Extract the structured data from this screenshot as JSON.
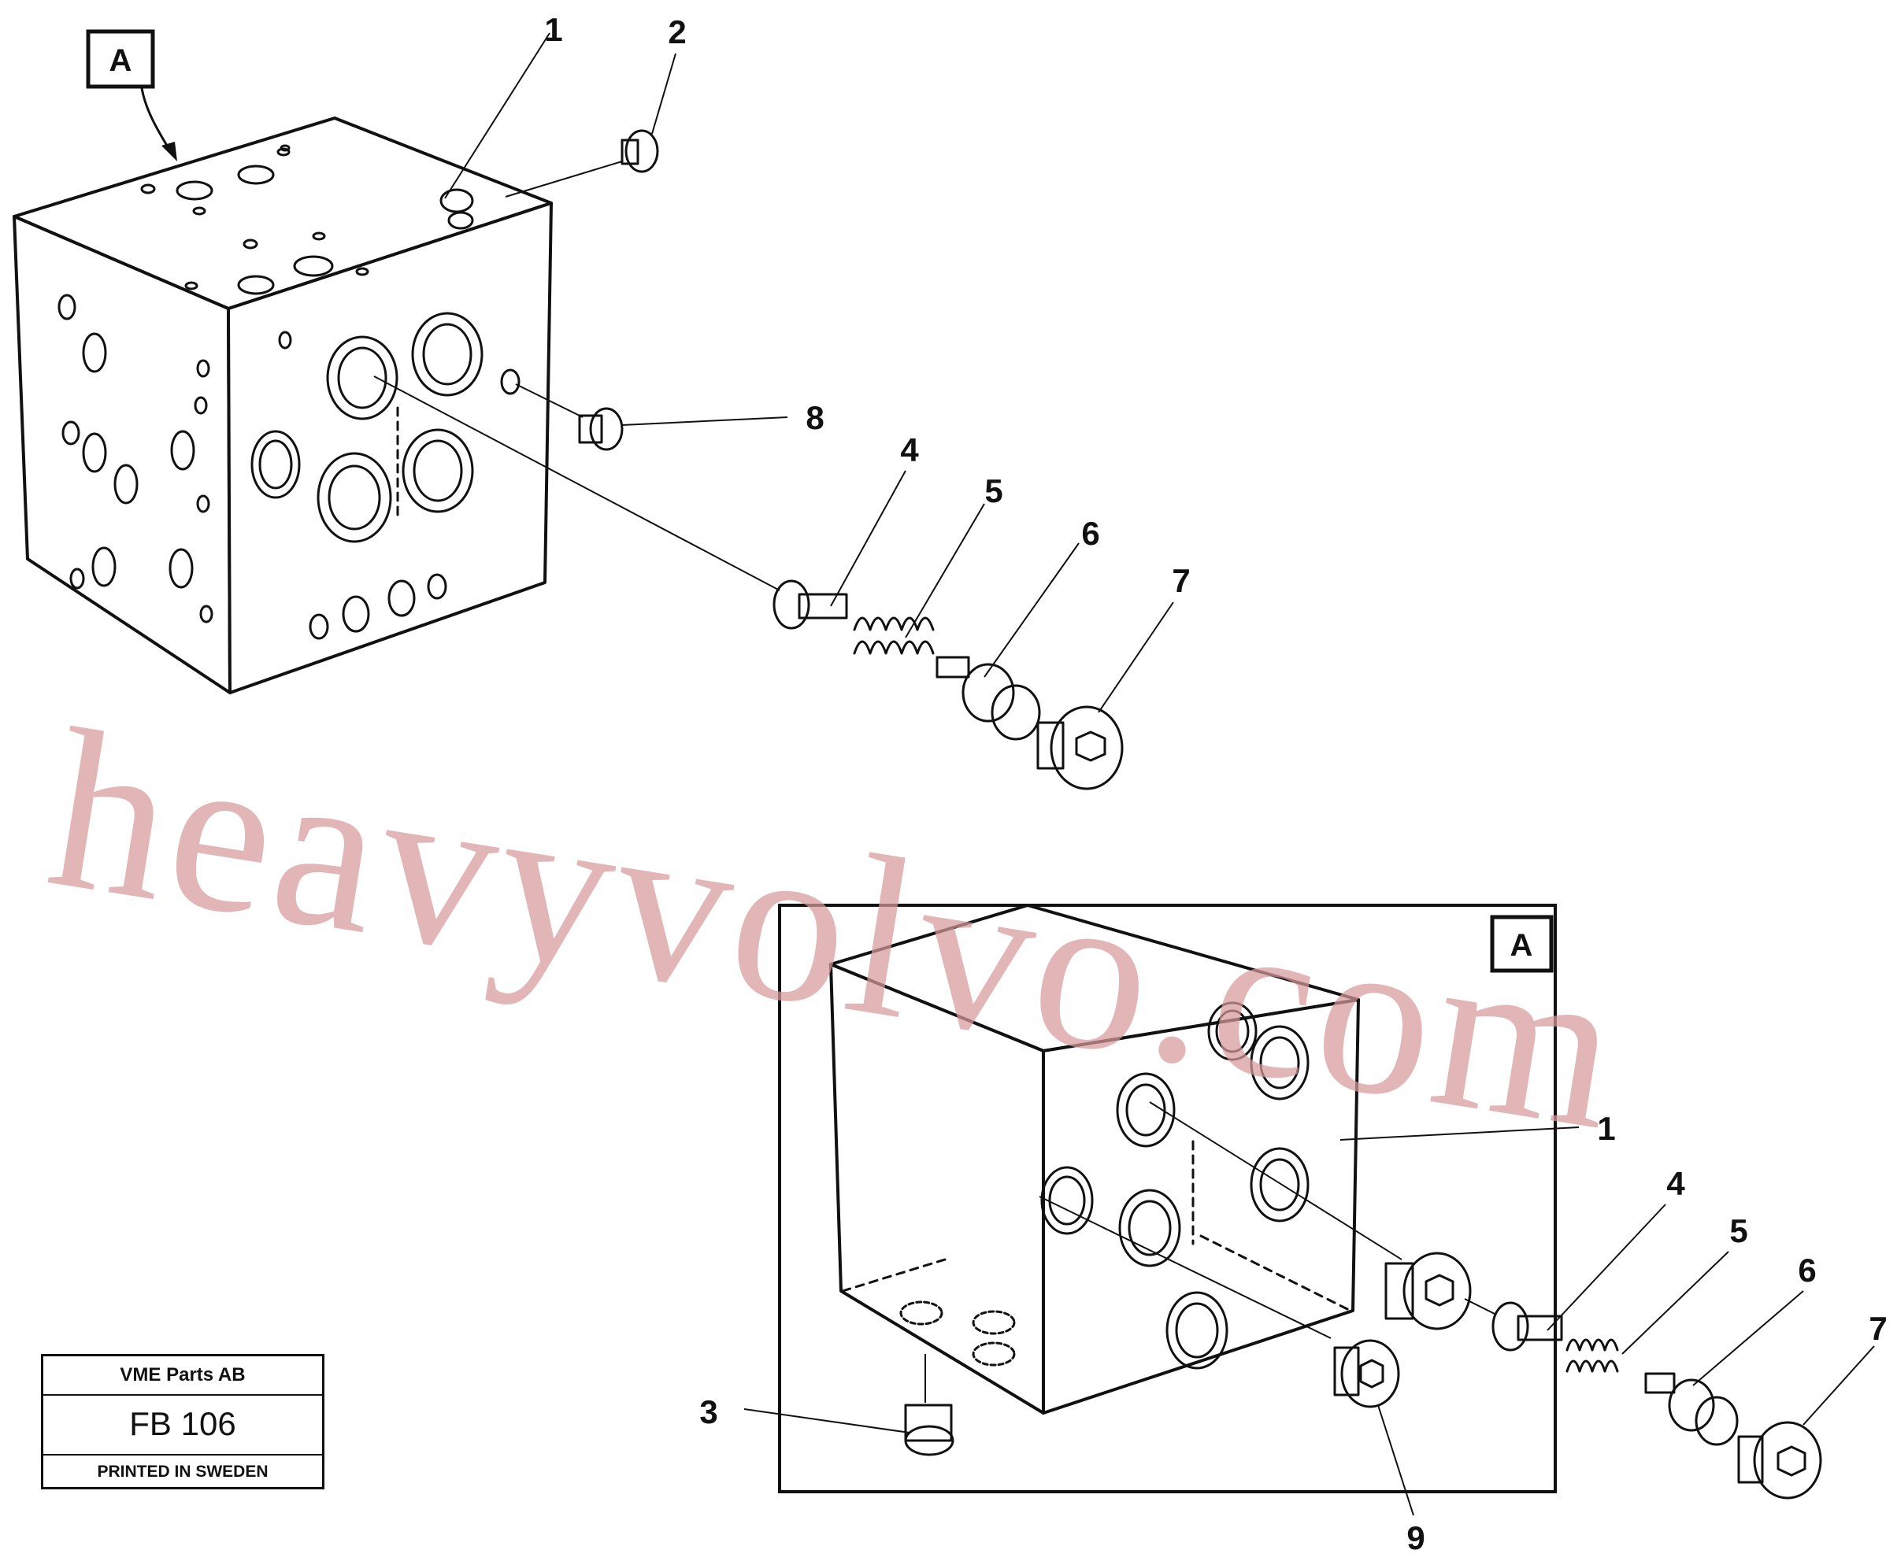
{
  "diagram": {
    "view_marker": "A",
    "inset_marker": "A",
    "callouts": {
      "c1": "1",
      "c2": "2",
      "c8": "8",
      "c4": "4",
      "c5": "5",
      "c6": "6",
      "c7": "7",
      "i1": "1",
      "i4": "4",
      "i5": "5",
      "i6": "6",
      "i7": "7",
      "i3": "3",
      "i9": "9"
    },
    "watermark": "heavyvolvo.com"
  },
  "title_block": {
    "company": "VME Parts AB",
    "figure": "FB 106",
    "printed": "PRINTED IN SWEDEN"
  }
}
